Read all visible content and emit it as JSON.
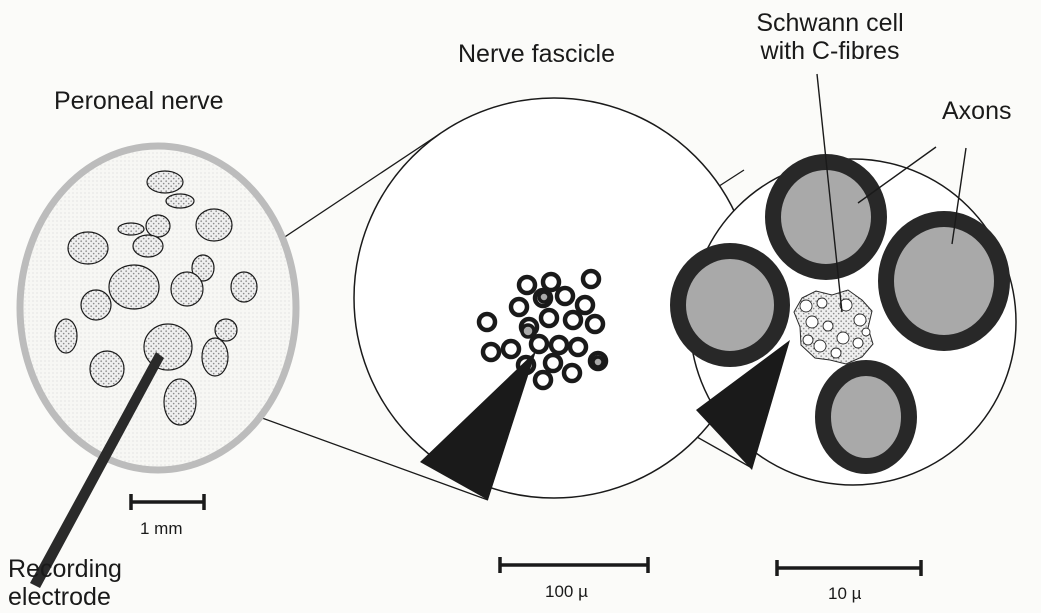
{
  "labels": {
    "peroneal_nerve": "Peroneal nerve",
    "nerve_fascicle": "Nerve fascicle",
    "schwann_line1": "Schwann cell",
    "schwann_line2": "with C-fibres",
    "axons": "Axons",
    "recording_line1": "Recording",
    "recording_line2": "electrode"
  },
  "scale_bars": {
    "nerve": "1 mm",
    "fascicle": "100 µ",
    "axon": "10 µ"
  },
  "colors": {
    "fill_gray": "#a9a9a9",
    "outline": "#1a1a1a",
    "sheath": "#282828",
    "stipple": "#bcbcbc"
  }
}
